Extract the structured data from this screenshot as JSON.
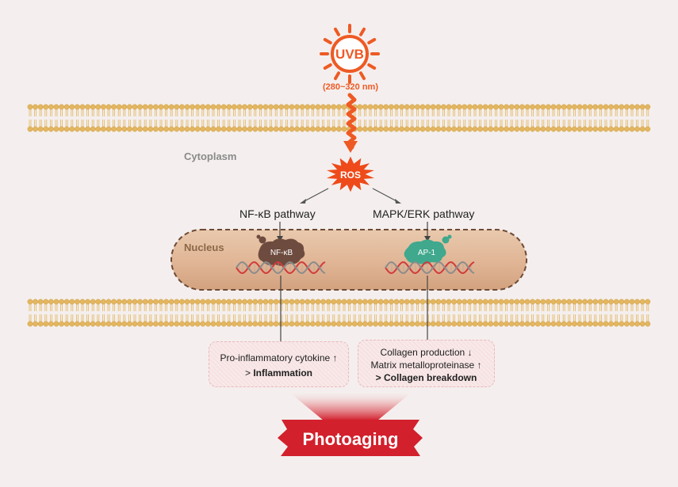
{
  "uvb": {
    "label": "UVB",
    "range": "(280~320 nm)"
  },
  "ros": {
    "label": "ROS"
  },
  "cytoplasm": {
    "label": "Cytoplasm"
  },
  "nucleus": {
    "label": "Nucleus"
  },
  "pathways": {
    "left": {
      "name": "NF-κB pathway",
      "factor": "NF-κB"
    },
    "right": {
      "name": "MAPK/ERK pathway",
      "factor": "AP-1"
    }
  },
  "outcomes": {
    "left": {
      "line1": "Pro-inflammatory cytokine ↑",
      "prefix": "> ",
      "result": "Inflammation"
    },
    "right": {
      "line1": "Collagen production ↓",
      "line2": "Matrix metalloproteinase ↑",
      "result": "> Collagen breakdown"
    }
  },
  "final": {
    "label": "Photoaging"
  },
  "colors": {
    "uvb_orange": "#ee5a24",
    "lipid_head": "#e3b65f",
    "nucleus_fill": "#e2b99a",
    "nucleus_border": "#6e4a36",
    "nfkb_fill": "#6e4b3f",
    "ap1_fill": "#3fa88d",
    "photoaging_red": "#d2202c",
    "dna_red": "#d23a3a",
    "dna_gray": "#8c8c8c"
  },
  "icons": [
    "sun-icon",
    "zigzag-arrow-icon",
    "starburst-icon",
    "dna-icon",
    "funnel-arrow-icon"
  ]
}
